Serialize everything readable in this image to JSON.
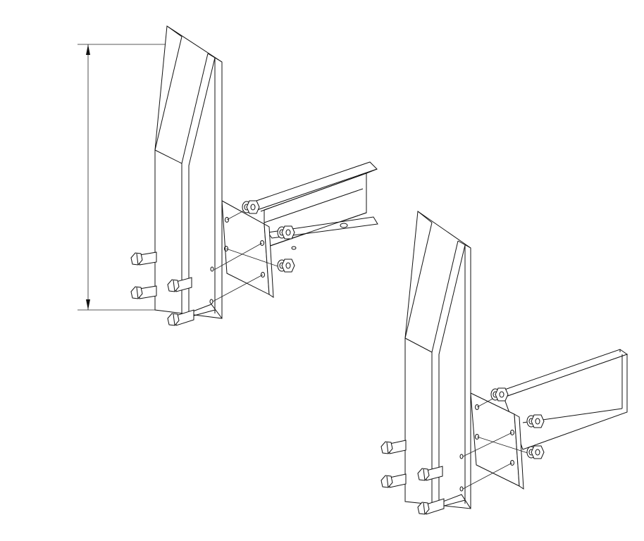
{
  "drawing": {
    "background": "#ffffff",
    "line_color": "#111111",
    "assemblies": [
      {
        "name": "assembly-left-channel-mount",
        "beam_profile": "channel",
        "bolts_visible": 4,
        "nuts_visible": 4
      },
      {
        "name": "assembly-right-tube-mount",
        "beam_profile": "square-tube",
        "bolts_visible": 4,
        "nuts_visible": 4
      }
    ],
    "dimension": {
      "orientation": "vertical",
      "label": ""
    }
  }
}
